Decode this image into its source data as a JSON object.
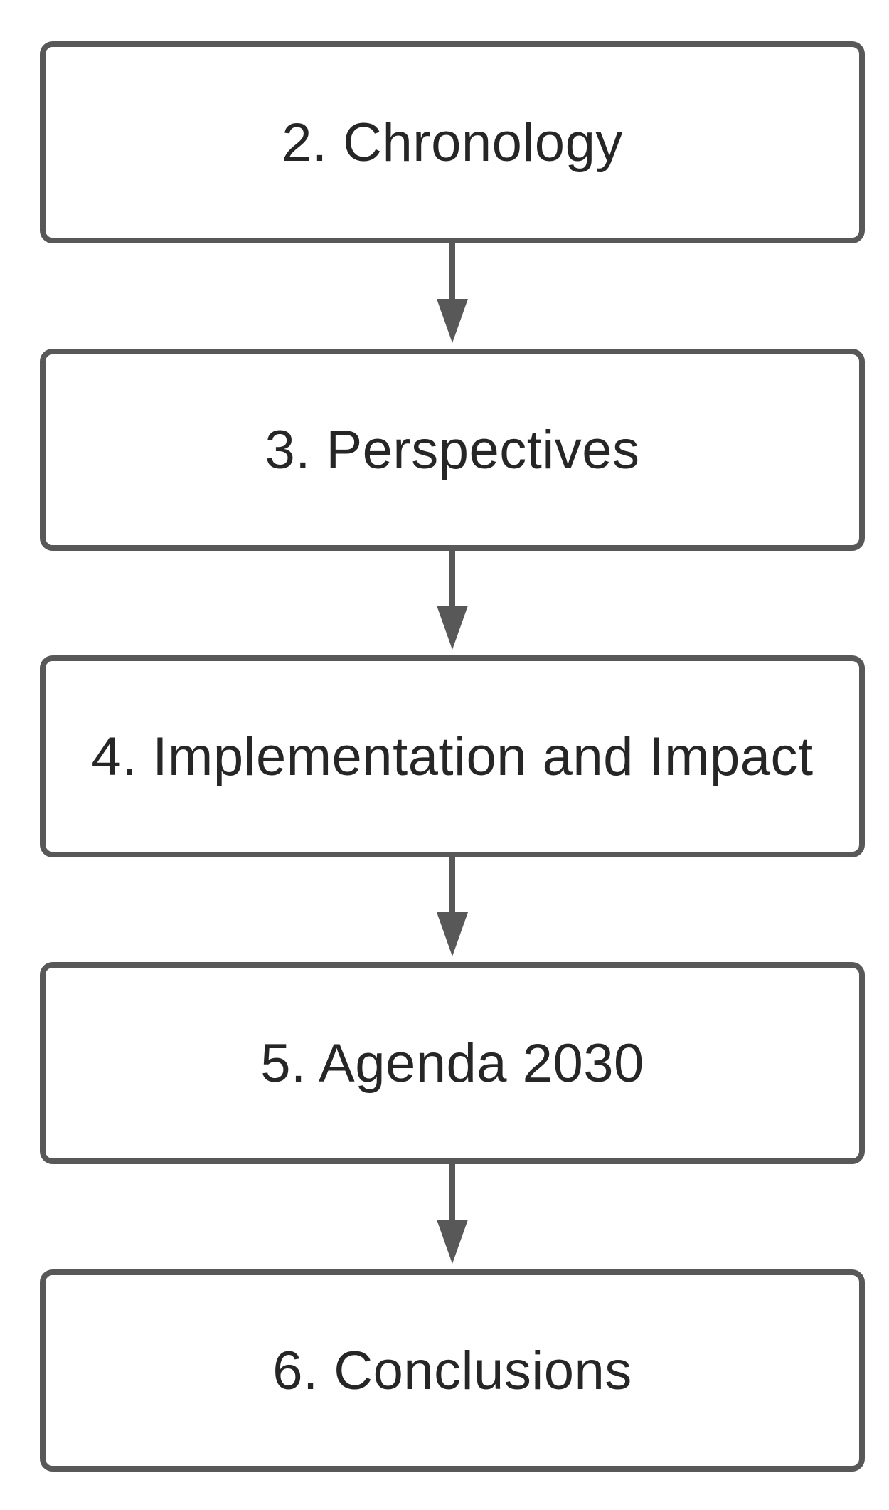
{
  "diagram": {
    "steps": [
      {
        "label": "2. Chronology"
      },
      {
        "label": "3. Perspectives"
      },
      {
        "label": "4. Implementation and Impact"
      },
      {
        "label": "5. Agenda 2030"
      },
      {
        "label": "6. Conclusions"
      }
    ],
    "colors": {
      "border": "#585858",
      "arrow": "#585858",
      "text": "#262626",
      "background": "#ffffff"
    }
  }
}
